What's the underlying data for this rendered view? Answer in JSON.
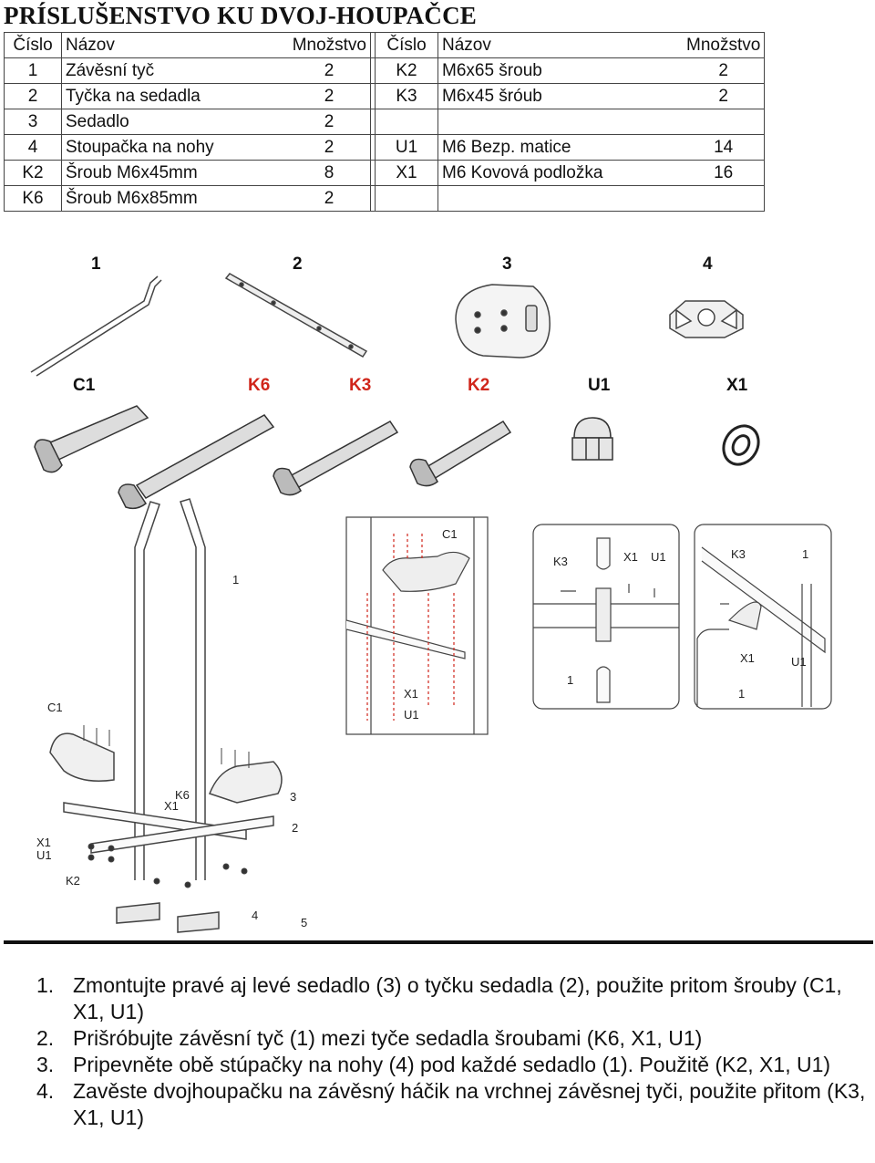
{
  "title": "PRÍSLUŠENSTVO KU DVOJ-HOUPAČCE",
  "table": {
    "headers": {
      "number": "Číslo",
      "name": "Názov",
      "quantity": "Množstvo",
      "number2": "Číslo",
      "name2": "Názov",
      "quantity2": "Množstvo"
    },
    "rows": [
      {
        "left": {
          "number": "1",
          "name": "Závěsní tyč",
          "qty": "2"
        },
        "right": {
          "number": "K2",
          "name": "M6x65 šroub",
          "qty": "2"
        }
      },
      {
        "left": {
          "number": "2",
          "name": "Tyčka na sedadla",
          "qty": "2"
        },
        "right": {
          "number": "K3",
          "name": "M6x45 šróub",
          "qty": "2"
        }
      },
      {
        "left": {
          "number": "3",
          "name": "Sedadlo",
          "qty": "2"
        },
        "right": {
          "number": "",
          "name": "",
          "qty": ""
        }
      },
      {
        "left": {
          "number": "4",
          "name": "Stoupačka na nohy",
          "qty": "2"
        },
        "right": {
          "number": "U1",
          "name": "M6 Bezp. matice",
          "qty": "14"
        }
      },
      {
        "left": {
          "number": "K2",
          "name": "Šroub M6x45mm",
          "qty": "8"
        },
        "right": {
          "number": "X1",
          "name": "M6 Kovová podložka",
          "qty": "16"
        }
      },
      {
        "left": {
          "number": "K6",
          "name": "Šroub M6x85mm",
          "qty": "2"
        },
        "right": {
          "number": "",
          "name": "",
          "qty": ""
        }
      }
    ]
  },
  "diagram": {
    "part_labels": [
      "1",
      "2",
      "3",
      "4"
    ],
    "hardware_labels": [
      "C1",
      "K6",
      "K3",
      "K2",
      "U1",
      "X1"
    ],
    "callouts": {
      "c1": "C1",
      "x1": "X1",
      "u1": "U1",
      "k6": "K6",
      "k3": "K3",
      "k2": "K2",
      "one": "1",
      "two": "2",
      "three": "3",
      "four": "4",
      "five": "5"
    }
  },
  "steps": [
    {
      "num": "1.",
      "text": "Zmontujte pravé aj levé sedadlo (3) o tyčku sedadla (2), použite pritom šrouby (C1, X1, U1)"
    },
    {
      "num": "2.",
      "text": "Prišróbujte závěsní tyč (1) mezi tyče sedadla šroubami (K6, X1, U1)"
    },
    {
      "num": "3.",
      "text": "Pripevněte obě stúpačky na nohy (4) pod každé sedadlo (1). Použitě (K2, X1, U1)"
    },
    {
      "num": "4.",
      "text": "Zavěste dvojhoupačku na závěsný háčik na vrchnej závěsnej tyči, použite přitom (K3, X1, U1)"
    }
  ]
}
